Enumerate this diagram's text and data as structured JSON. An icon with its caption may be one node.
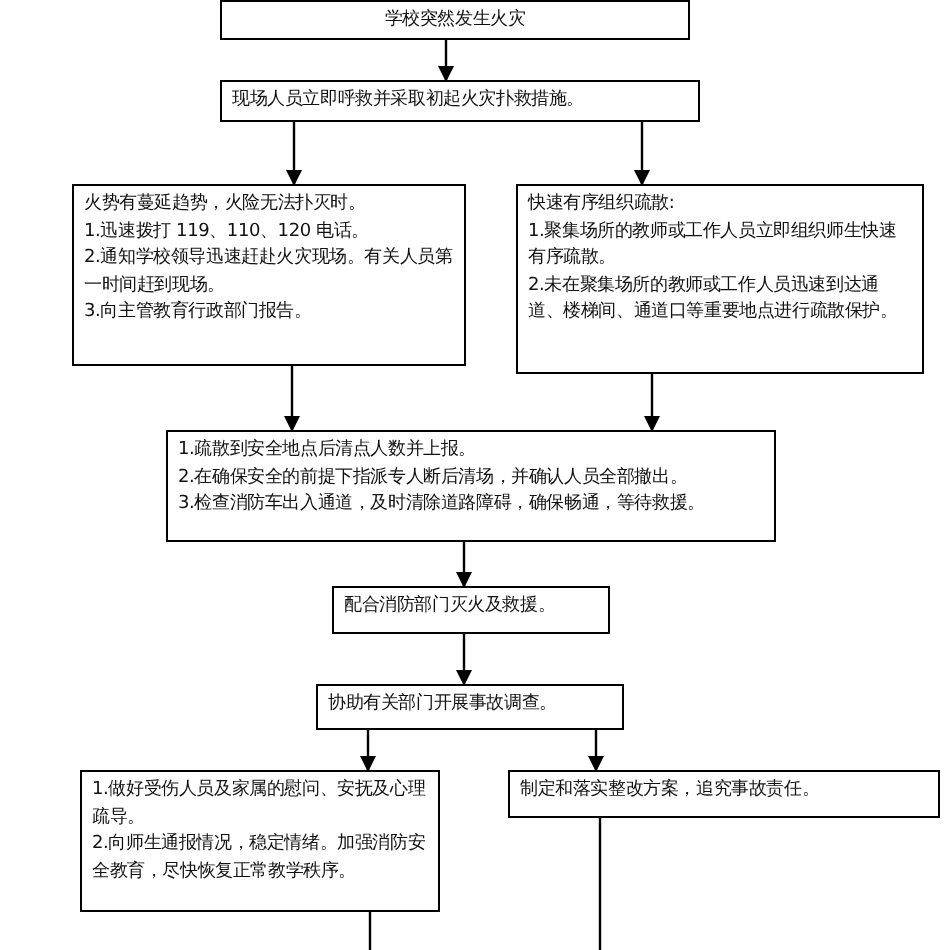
{
  "diagram": {
    "nodes": [
      {
        "text": [
          "学校突然发生火灾"
        ]
      },
      {
        "text": [
          "现场人员立即呼救并采取初起火灾扑救措施。"
        ]
      },
      {
        "text": [
          "火势有蔓延趋势，火险无法扑灭时。",
          "1.迅速拨打 119、110、120 电话。",
          "2.通知学校领导迅速赶赴火灾现场。有关人员第一时间赶到现场。",
          "3.向主管教育行政部门报告。"
        ]
      },
      {
        "text": [
          "快速有序组织疏散:",
          "1.聚集场所的教师或工作人员立即组织师生快速有序疏散。",
          "2.未在聚集场所的教师或工作人员迅速到达通道、楼梯间、通道口等重要地点进行疏散保护。"
        ]
      },
      {
        "text": [
          "1.疏散到安全地点后清点人数并上报。",
          "2.在确保安全的前提下指派专人断后清场，并确认人员全部撤出。",
          "3.检查消防车出入通道，及时清除道路障碍，确保畅通，等待救援。"
        ]
      },
      {
        "text": [
          "配合消防部门灭火及救援。"
        ]
      },
      {
        "text": [
          "协助有关部门开展事故调查。"
        ]
      },
      {
        "text": [
          "1.做好受伤人员及家属的慰问、安抚及心理疏导。",
          "2.向师生通报情况，稳定情绪。加强消防安全教育，尽快恢复正常教学秩序。"
        ]
      },
      {
        "text": [
          "制定和落实整改方案，追究事故责任。"
        ]
      }
    ],
    "edges": [
      {
        "from": 0,
        "to": 1,
        "arrow": "to"
      },
      {
        "from": 1,
        "to": 2,
        "arrow": "to"
      },
      {
        "from": 1,
        "to": 3,
        "arrow": "to"
      },
      {
        "from": 2,
        "to": 4,
        "arrow": "to"
      },
      {
        "from": 3,
        "to": 4,
        "arrow": "to"
      },
      {
        "from": 4,
        "to": 5,
        "arrow": "to"
      },
      {
        "from": 5,
        "to": 6,
        "arrow": "to"
      },
      {
        "from": 6,
        "to": 7,
        "arrow": "to"
      },
      {
        "from": 6,
        "to": 8,
        "arrow": "to"
      },
      {
        "from": 7,
        "to": null,
        "arrow": "none"
      },
      {
        "from": 8,
        "to": null,
        "arrow": "none"
      }
    ]
  }
}
